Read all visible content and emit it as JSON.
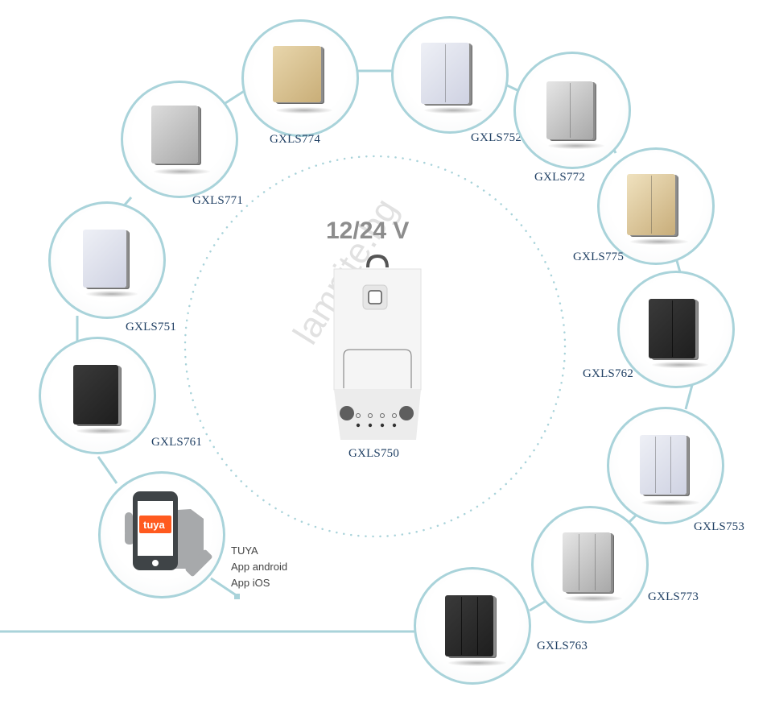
{
  "center": {
    "voltage": "12/24 V",
    "device_model": "GXLS750",
    "watermark": "lampite.bg"
  },
  "app": {
    "logo_text": "tuya",
    "lines": [
      "TUYA",
      "App android",
      "App iOS"
    ],
    "brand_color": "#ff5a1f"
  },
  "accent_color": "#a9d3da",
  "label_color": "#1f3f63",
  "switches": [
    {
      "model": "GXLS771",
      "gangs": 1,
      "finish": "silver"
    },
    {
      "model": "GXLS774",
      "gangs": 1,
      "finish": "gold"
    },
    {
      "model": "GXLS752",
      "gangs": 2,
      "finish": "white"
    },
    {
      "model": "GXLS772",
      "gangs": 2,
      "finish": "silver"
    },
    {
      "model": "GXLS775",
      "gangs": 2,
      "finish": "gold"
    },
    {
      "model": "GXLS762",
      "gangs": 2,
      "finish": "black"
    },
    {
      "model": "GXLS753",
      "gangs": 3,
      "finish": "white"
    },
    {
      "model": "GXLS773",
      "gangs": 3,
      "finish": "silver"
    },
    {
      "model": "GXLS763",
      "gangs": 3,
      "finish": "black"
    },
    {
      "model": "GXLS751",
      "gangs": 1,
      "finish": "white"
    },
    {
      "model": "GXLS761",
      "gangs": 1,
      "finish": "black"
    }
  ]
}
